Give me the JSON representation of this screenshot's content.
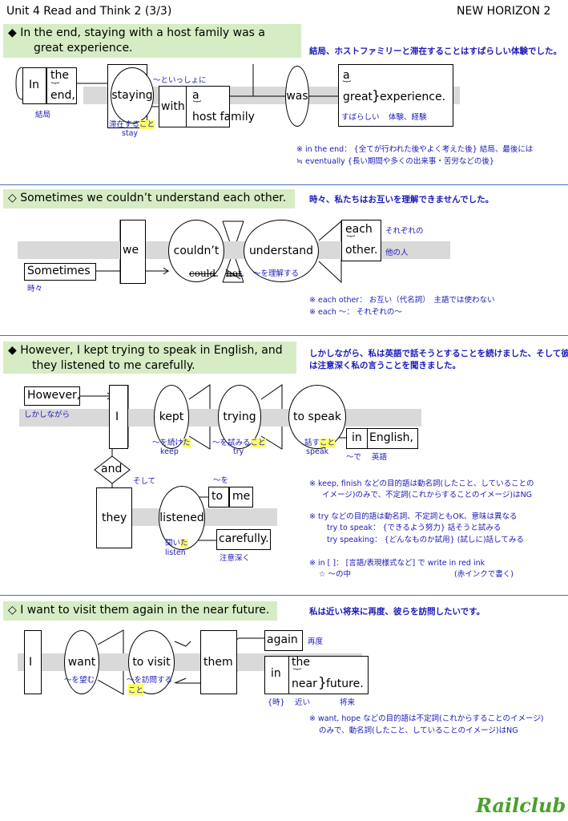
{
  "header": {
    "left": "Unit 4 Read and Think 2 (3/3)",
    "right": "NEW HORIZON 2"
  },
  "s1": {
    "sentence": "◆ In the end, staying with a host family was a great experience.",
    "sentence_l1": "◆ In the end, staying with a host family was a",
    "sentence_l2": "great experience.",
    "translation": "結局、ホストファミリーと滞在することはすばらしい体験でした。",
    "words": {
      "in": "In",
      "the": "the",
      "end": "end,",
      "staying": "staying",
      "with": "with",
      "a": "a",
      "host_family": "host family",
      "was": "was",
      "a2": "a",
      "great": "great",
      "experience": "experience."
    },
    "glosses": {
      "kekkyoku": "結局",
      "taizai": "滞在する",
      "koto": "こと",
      "stay": "stay",
      "issho": "～といっしょに",
      "subarashii": "すばらしい",
      "keiken": "体験、経験"
    },
    "notes": [
      "※ in the end： {全てが行われた後やよく考えた後} 結局、最後には",
      "≒ eventually {長い期間や多くの出来事・苦労などの後}"
    ]
  },
  "s2": {
    "sentence": "◇ Sometimes we couldn’t understand each other.",
    "translation": "時々、私たちはお互いを理解できませんでした。",
    "words": {
      "we": "we",
      "couldnt": "couldn’t",
      "understand": "understand",
      "each": "each",
      "other": "other.",
      "sometimes": "Sometimes",
      "could": "could",
      "not": "not"
    },
    "glosses": {
      "sorezore": "それぞれの",
      "hoka": "他の人",
      "rikai": "～を理解する",
      "tokidoki": "時々"
    },
    "notes": [
      "※ each other： お互い（代名詞）　主語では使わない",
      "※ each ～： それぞれの～"
    ]
  },
  "s3": {
    "sentence": "◆ However, I kept trying to speak in English, and they listened to me carefully.",
    "sentence_l1": "◆ However, I kept trying to speak in English, and",
    "sentence_l2": "they listened to me carefully.",
    "translation_l1": "しかしながら、私は英語で話そうとすることを続けました、そして彼ら",
    "translation_l2": "は注意深く私の言うことを聞きました。",
    "words": {
      "however": "However,",
      "i": "I",
      "kept": "kept",
      "trying": "trying",
      "to_speak": "to speak",
      "in": "in",
      "english": "English,",
      "and": "and",
      "they": "they",
      "listened": "listened",
      "to": "to",
      "me": "me",
      "carefully": "carefully."
    },
    "glosses": {
      "shikashi": "しかしながら",
      "tsuzuke": "～を続け",
      "ta": "た",
      "keep": "keep",
      "kokoromiru": "～を試みる",
      "koto": "こと",
      "try": "try",
      "hanasu": "話す",
      "speak": "speak",
      "de": "～で",
      "eigo": "英語",
      "soshite": "そして",
      "wo": "～を",
      "kii": "聞い",
      "listen": "listen",
      "chuui": "注意深く"
    },
    "notes": [
      "※ keep, finish などの目的語は動名詞(したこと、していることの",
      "イメージ)のみで、不定詞(これからすることのイメージ)はNG",
      "※ try などの目的語は動名詞、不定詞ともOK、意味は異なる",
      "try to speak： {できるよう努力} 話そうと試みる",
      "try speaking： {どんなものか試用} (試しに)話してみる",
      "※ in [ ]： [言語/表現様式など] で write in red ink",
      "☆ ～の中",
      "(赤インクで書く)"
    ]
  },
  "s4": {
    "sentence": "◇ I want to visit them again in the near future.",
    "translation": "私は近い将来に再度、彼らを訪問したいです。",
    "words": {
      "i": "I",
      "want": "want",
      "to_visit": "to visit",
      "them": "them",
      "again": "again",
      "in": "in",
      "the": "the",
      "near": "near",
      "future": "future."
    },
    "glosses": {
      "nozomu": "～を望む",
      "houmon": "～を訪問する",
      "koto": "こと",
      "saido": "再度",
      "toki": "{時}",
      "chikai": "近い",
      "shourai": "将来"
    },
    "notes": [
      "※ want, hope などの目的語は不定詞(これからすることのイメージ)",
      "のみで、動名詞(したこと、していることのイメージ)はNG"
    ]
  },
  "logo": "Railclub",
  "colors": {
    "band": "#d9d9d9",
    "sentence_bg": "#d6ecc4",
    "gloss": "#1a1ab8",
    "highlight": "#ffff66",
    "rule": "#4a72b8"
  }
}
